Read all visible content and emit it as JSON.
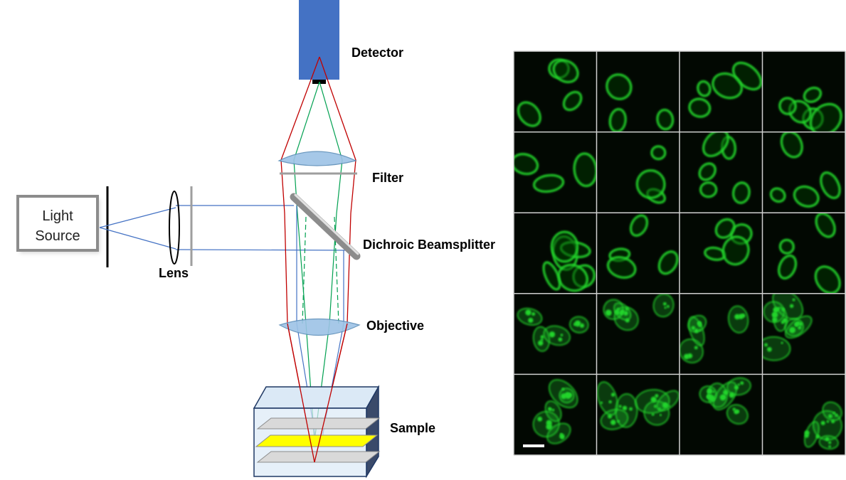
{
  "diagram": {
    "light_source_label": [
      "Light",
      "Source"
    ],
    "lens_label": "Lens",
    "detector_label": "Detector",
    "filter_label": "Filter",
    "beamsplitter_label": "Dichroic Beamsplitter",
    "objective_label": "Objective",
    "sample_label": "Sample"
  },
  "colors": {
    "detector": "#4472c4",
    "ray_red": "#c00000",
    "ray_green": "#00a050",
    "ray_blue": "#4472c4",
    "lens_fill": "#9dc3e6",
    "focal_plane": "#ffff00",
    "cell_green": "#22d42a",
    "grid_bg": "#020802"
  },
  "micrograph_grid": {
    "rows": 5,
    "cols": 4,
    "scale_bar": true
  }
}
